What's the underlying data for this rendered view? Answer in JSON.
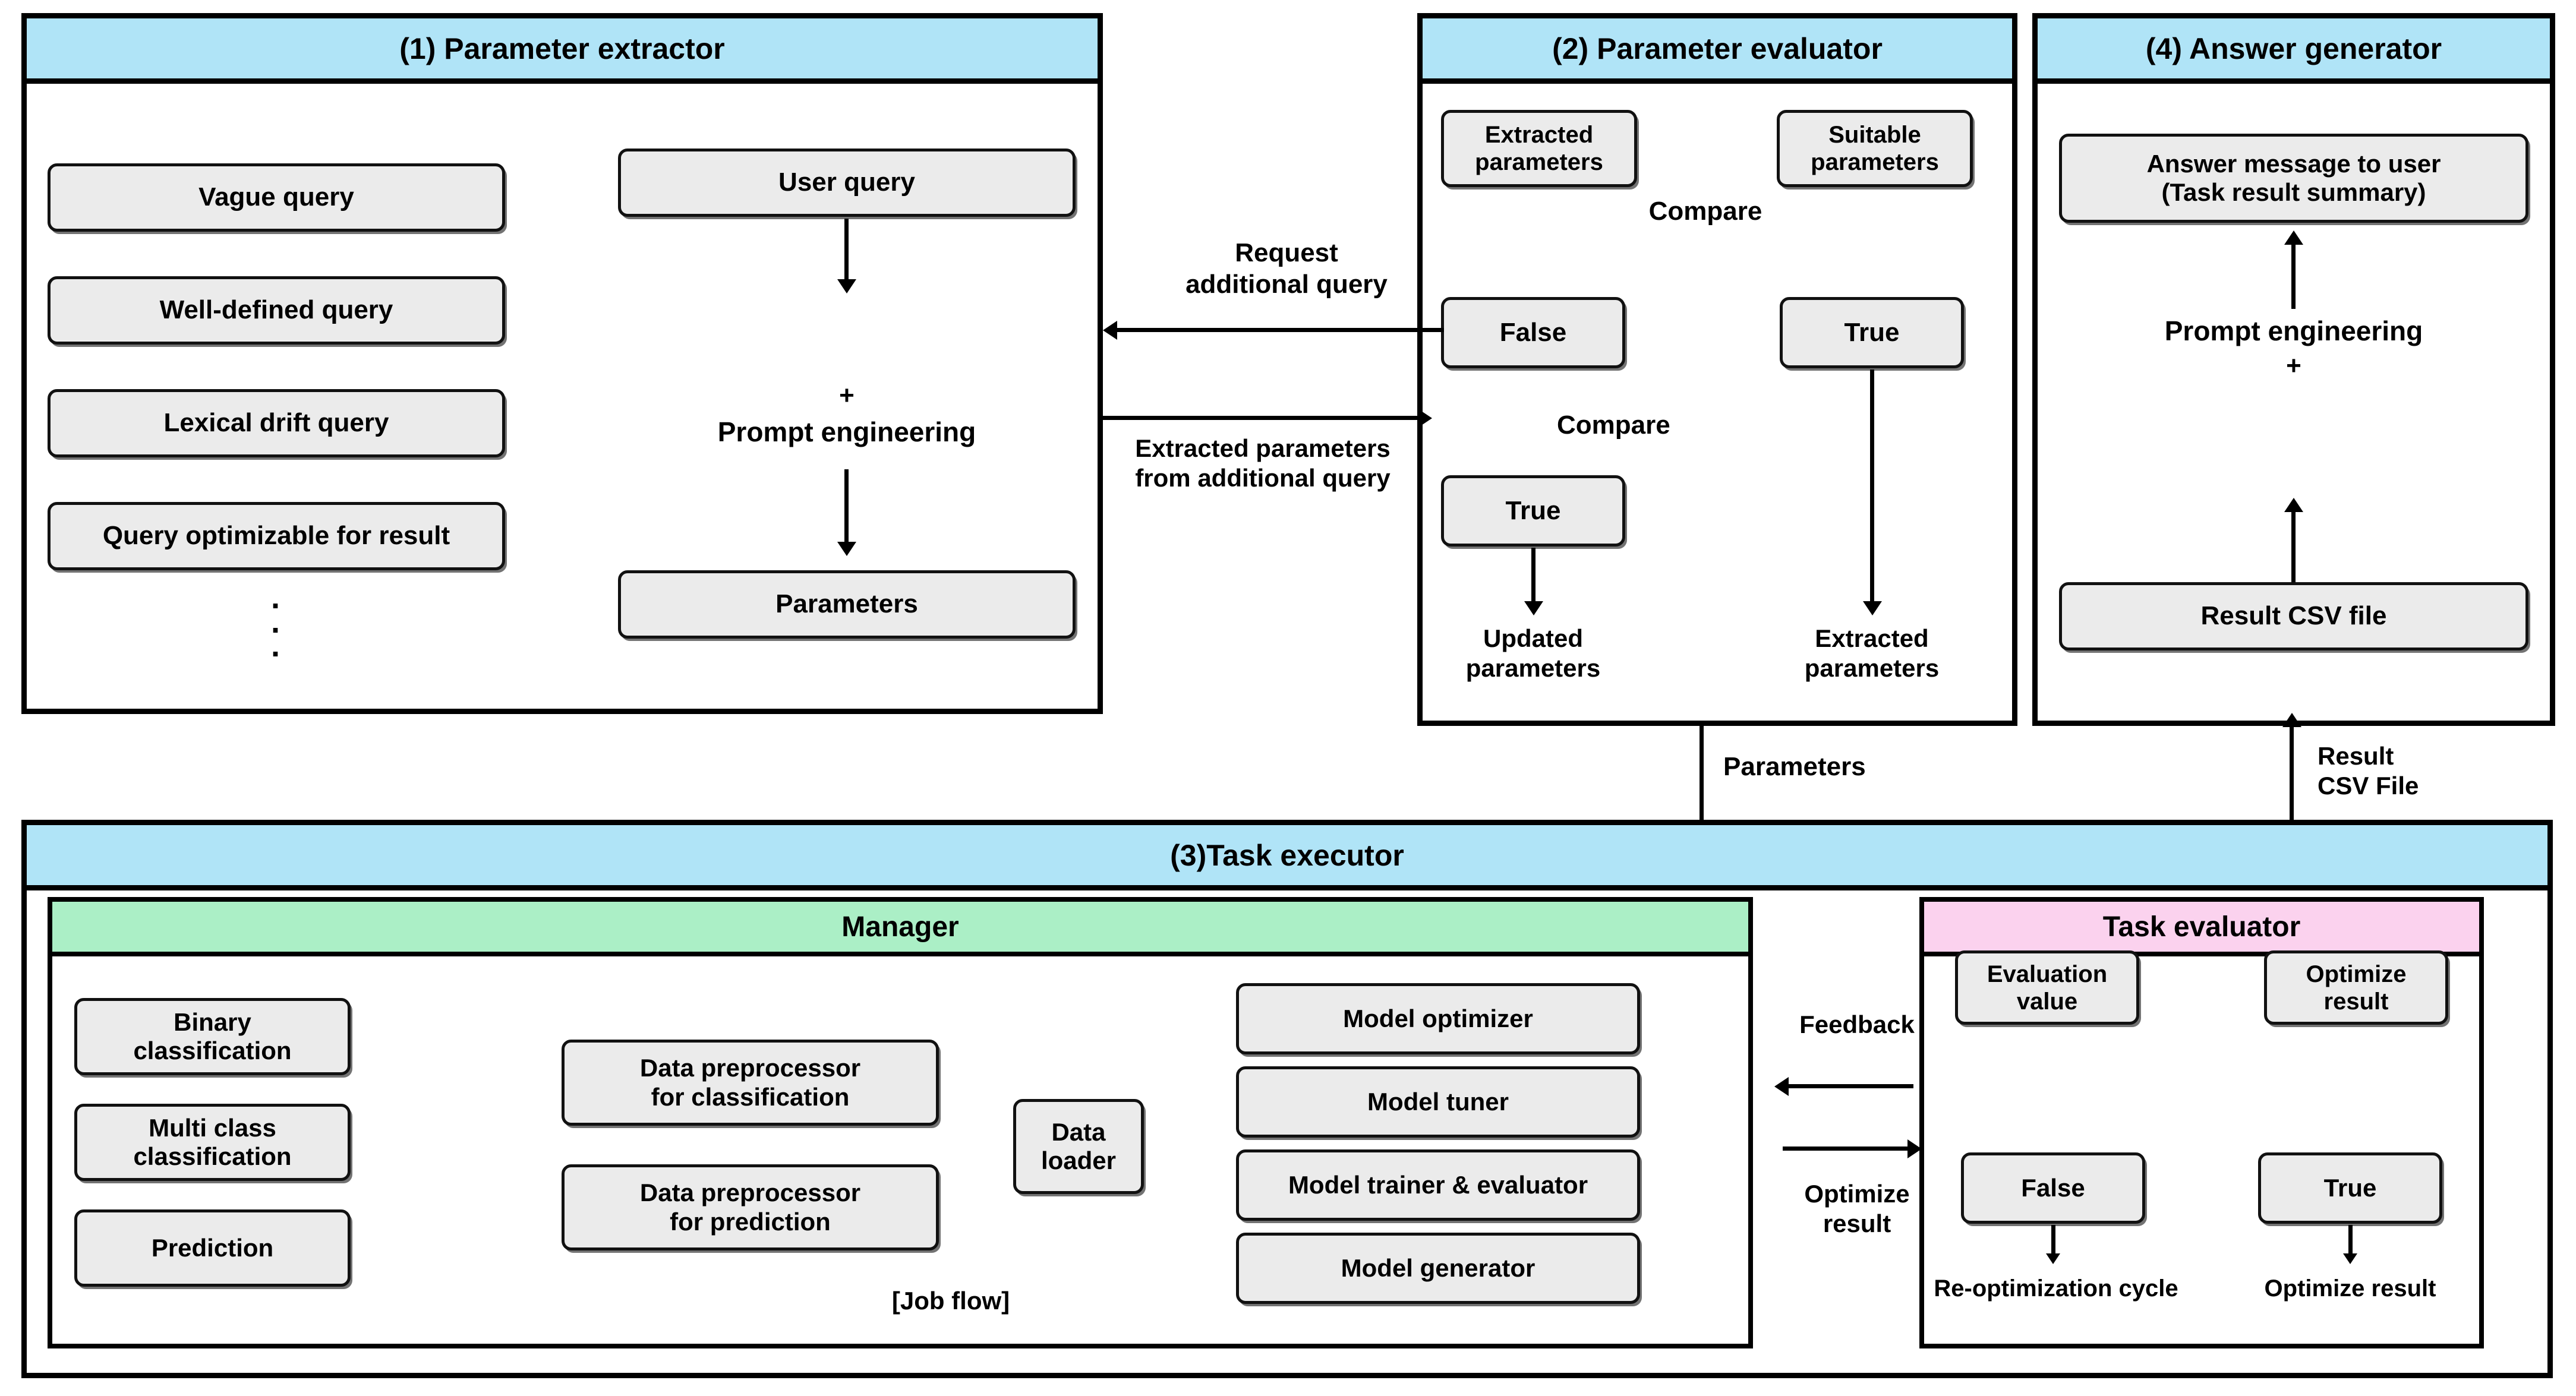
{
  "panels": {
    "extractor": {
      "title": "(1) Parameter extractor",
      "query_types": [
        "Vague query",
        "Well-defined query",
        "Lexical drift query",
        "Query optimizable for result"
      ],
      "ellipsis": "·\n·\n·",
      "user_query": "User query",
      "prompt_plus": "+",
      "prompt_engineering": "Prompt engineering",
      "parameters": "Parameters",
      "icon": "prompt-engineering-icon"
    },
    "evaluator": {
      "title": "(2) Parameter evaluator",
      "extracted_parameters": "Extracted\nparameters",
      "suitable_parameters": "Suitable\nparameters",
      "compare_top": "Compare",
      "compare_mid": "Compare",
      "false_label": "False",
      "true_label": "True",
      "true_label_2": "True",
      "updated_parameters_out": "Updated\nparameters",
      "extracted_parameters_out": "Extracted\nparameters",
      "compare_icon": "double-arrow-icon"
    },
    "answer": {
      "title": "(4) Answer generator",
      "answer_message": "Answer message to user\n(Task result summary)",
      "prompt_engineering": "Prompt engineering",
      "prompt_plus": "+",
      "result_csv": "Result CSV file",
      "icon": "prompt-engineering-icon"
    },
    "executor": {
      "title": "(3)Task executor",
      "manager": {
        "title": "Manager",
        "tasks": [
          "Binary\nclassification",
          "Multi class\nclassification",
          "Prediction"
        ],
        "databases": [
          "database-blue-icon",
          "database-pink-icon",
          "database-peach-icon"
        ],
        "preprocessors": [
          "Data preprocessor\nfor classification",
          "Data preprocessor\nfor prediction"
        ],
        "data_loader": "Data\nloader",
        "models": [
          "Model optimizer",
          "Model tuner",
          "Model trainer & evaluator",
          "Model generator"
        ],
        "job_flow": "[Job flow]"
      },
      "task_evaluator": {
        "title": "Task evaluator",
        "evaluation_value": "Evaluation\nvalue",
        "optimize_result": "Optimize\nresult",
        "false_label": "False",
        "true_label": "True",
        "false_out": "Re-optimization cycle",
        "true_out": "Optimize result",
        "compare_icon": "double-arrow-icon"
      },
      "feedback_label": "Feedback",
      "optimize_label": "Optimize\nresult"
    }
  },
  "connectors": {
    "request_additional_query": "Request\nadditional query",
    "extracted_parameters_from_additional_query": "Extracted parameters\nfrom additional query",
    "parameters": "Parameters",
    "result_csv_file": "Result\nCSV File"
  },
  "colors": {
    "header_blue": "#b0e4f7",
    "manager_green": "#abefc6",
    "evaluator_pink": "#fbd2ee",
    "box_gray": "#ebebeb",
    "db_blue": "#cfe4f2",
    "db_pink": "#f9cfe8",
    "db_peach": "#fae0cc",
    "icon_yellow": "#f8e08e",
    "icon_cyan": "#2bbfd9",
    "outline": "#000000"
  }
}
